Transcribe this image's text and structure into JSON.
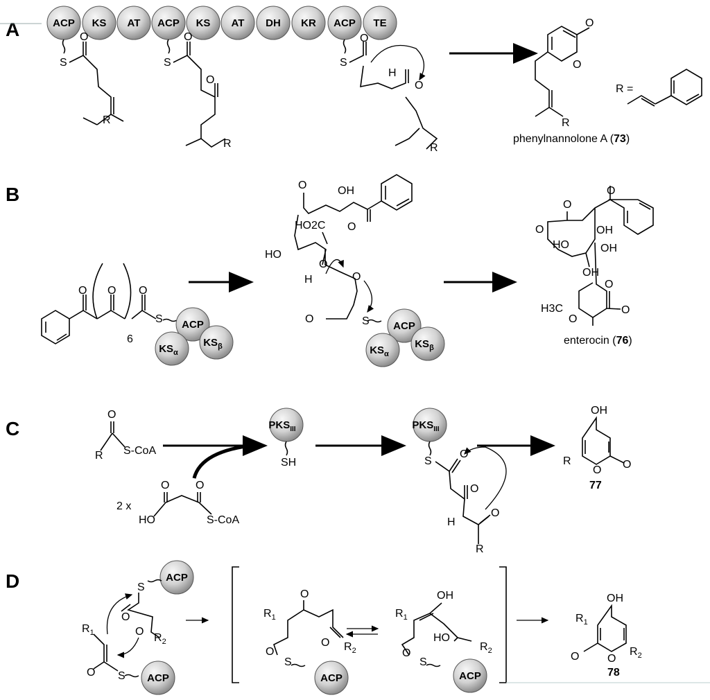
{
  "panels": {
    "A": {
      "label": "A",
      "domains": [
        "ACP",
        "KS",
        "AT",
        "ACP",
        "KS",
        "AT",
        "DH",
        "KR",
        "ACP",
        "TE"
      ],
      "r_eq": "R =",
      "product": "phenylnannolone A (",
      "product_num": "73",
      "product_close": ")"
    },
    "B": {
      "label": "B",
      "repeat": "6",
      "enzymes": {
        "acp": "ACP",
        "ksa": "KS",
        "ksa_sub": "α",
        "ksb": "KS",
        "ksb_sub": "β"
      },
      "product": "enterocin (",
      "product_num": "76",
      "product_close": ")",
      "atoms": {
        "ho": "HO",
        "ho2c": "HO2C",
        "oh": "OH",
        "h3co": "H3C",
        "o": "O",
        "h": "H",
        "s": "S"
      }
    },
    "C": {
      "label": "C",
      "substrate": "S-CoA",
      "multiplier": "2 x",
      "enzyme": "PKS",
      "enzyme_sub": "III",
      "sh": "SH",
      "product_num": "77"
    },
    "D": {
      "label": "D",
      "enzyme": "ACP",
      "r1": "R",
      "r2": "R",
      "product_num": "78"
    }
  },
  "colors": {
    "sphere_light": "#f4f4f4",
    "sphere_dark": "#8c8c8c"
  }
}
